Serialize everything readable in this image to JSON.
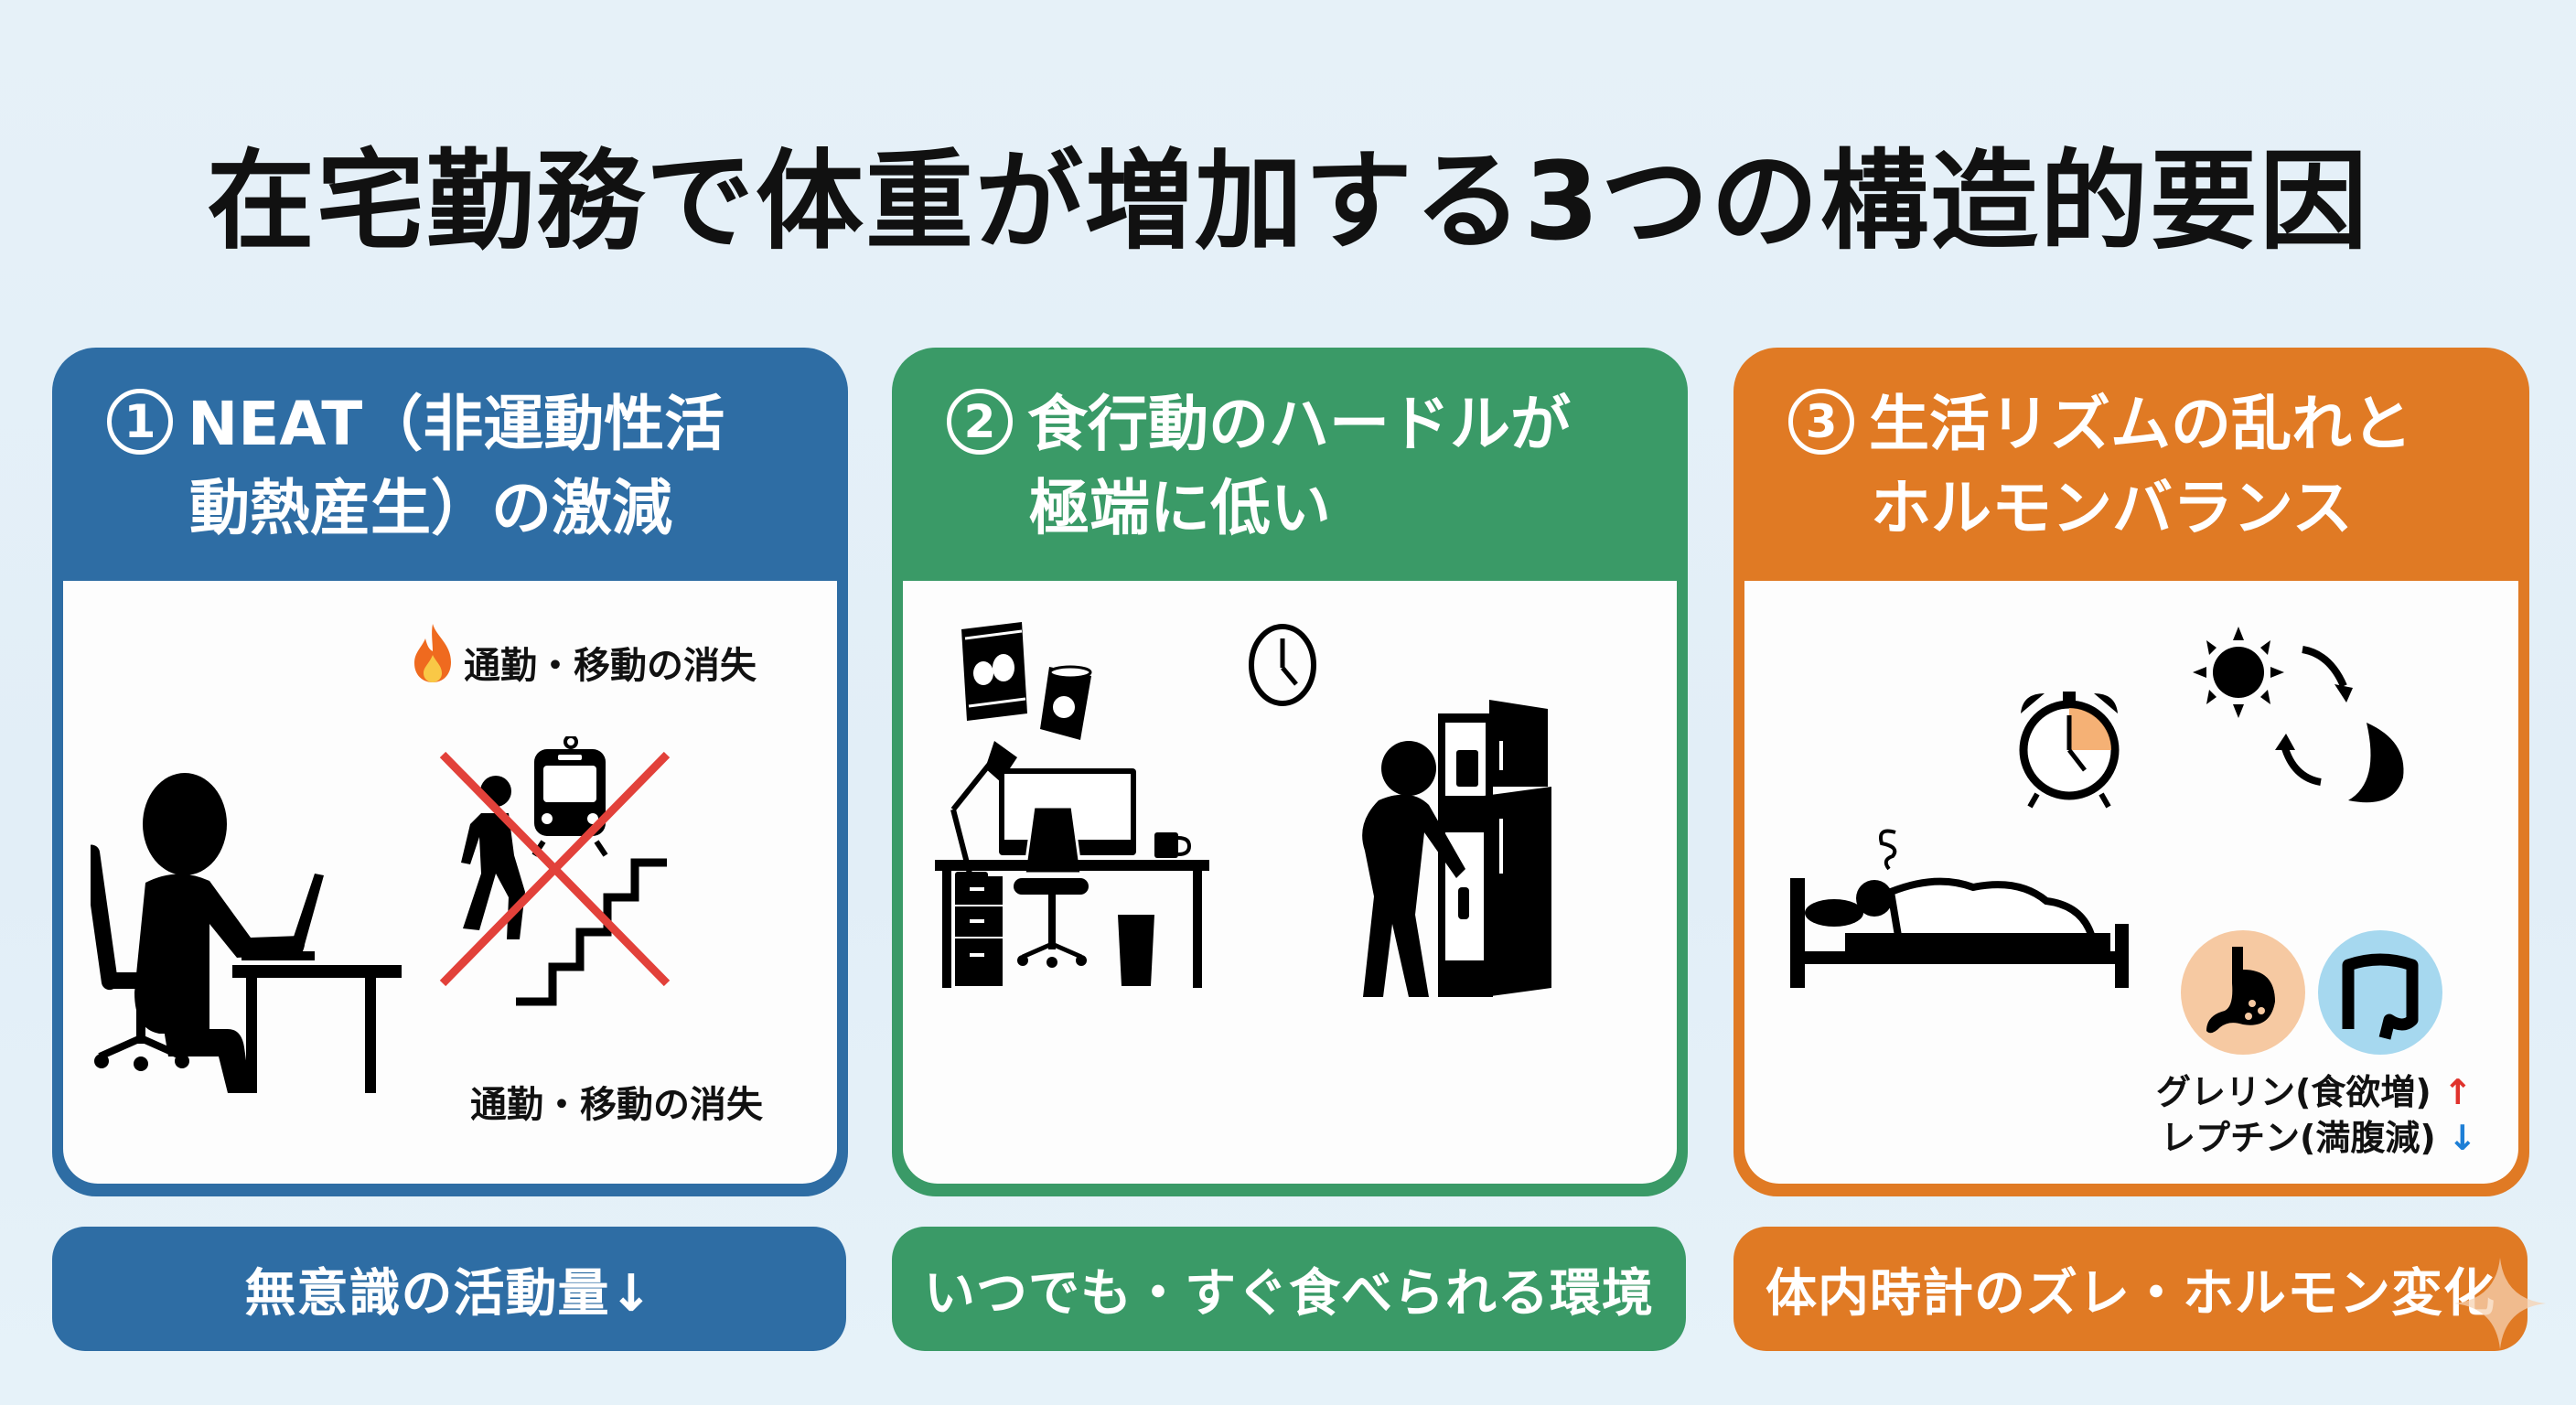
{
  "title": "在宅勤務で体重が増加する3つの構造的要因",
  "colors": {
    "blue": "#2E6DA4",
    "green": "#3A9A67",
    "orange": "#E07A24",
    "background": "#E4F0F8",
    "arrow_up": "#E0322C",
    "arrow_down": "#1E7FD6"
  },
  "cards": [
    {
      "number": "1",
      "title_line1": "NEAT（非運動性活",
      "title_line2": "動熱産生）の激減",
      "labels": {
        "top": "通勤・移動の消失",
        "bottom": "通勤・移動の消失"
      },
      "icons": [
        "fire-icon",
        "person-at-desk-laptop-icon",
        "walking-person-icon",
        "train-icon",
        "stairs-icon",
        "red-cross-icon"
      ],
      "summary": "無意識の活動量↓"
    },
    {
      "number": "2",
      "title_line1": "食行動のハードルが",
      "title_line2": "極端に低い",
      "icons": [
        "snack-bag-icon",
        "snack-can-icon",
        "wall-clock-icon",
        "desk-lamp-icon",
        "monitor-icon",
        "office-chair-icon",
        "mug-icon",
        "trash-bin-icon",
        "person-at-fridge-icon",
        "refrigerator-icon"
      ],
      "summary": "いつでも・すぐ食べられる環境"
    },
    {
      "number": "3",
      "title_line1": "生活リズムの乱れと",
      "title_line2": "ホルモンバランス",
      "icons": [
        "sun-icon",
        "moon-icon",
        "cycle-arrows-icon",
        "alarm-clock-icon",
        "sleeping-person-bed-icon",
        "stomach-icon",
        "intestine-icon"
      ],
      "hormones": [
        {
          "text": "グレリン(食欲増)",
          "arrow": "↑"
        },
        {
          "text": "レプチン(満腹減)",
          "arrow": "↓"
        }
      ],
      "summary": "体内時計のズレ・ホルモン変化"
    }
  ]
}
